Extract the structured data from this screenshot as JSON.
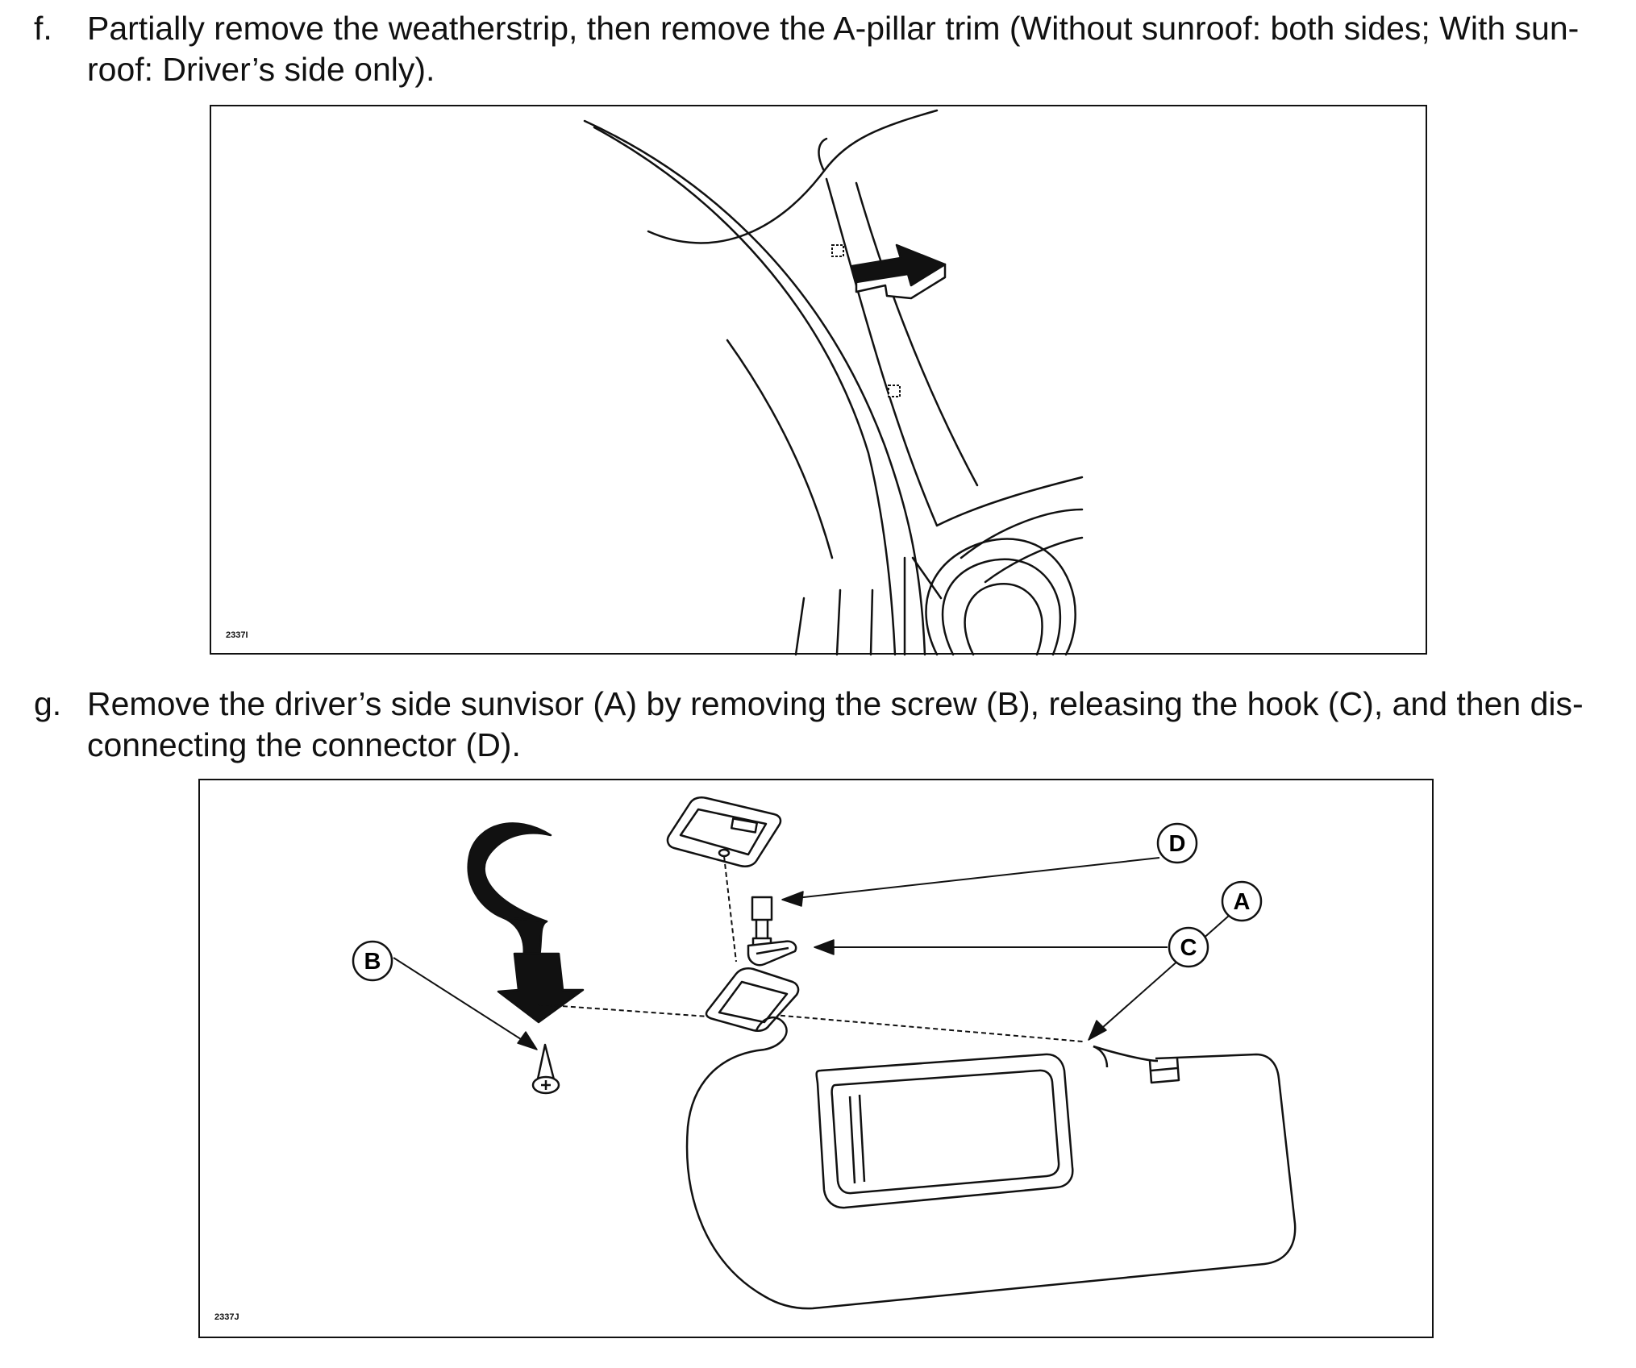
{
  "steps": [
    {
      "letter": "f.",
      "text": "Partially remove the weatherstrip, then remove the A-pillar trim (Without sunroof: both sides; With sun-roof: Driver’s side only).",
      "figure_id": "2337I"
    },
    {
      "letter": "g.",
      "text": "Remove the driver’s side sunvisor (A) by removing the screw (B), releasing the hook (C), and then dis-connecting the connector (D).",
      "figure_id": "2337J",
      "callouts": [
        "A",
        "B",
        "C",
        "D"
      ]
    }
  ]
}
